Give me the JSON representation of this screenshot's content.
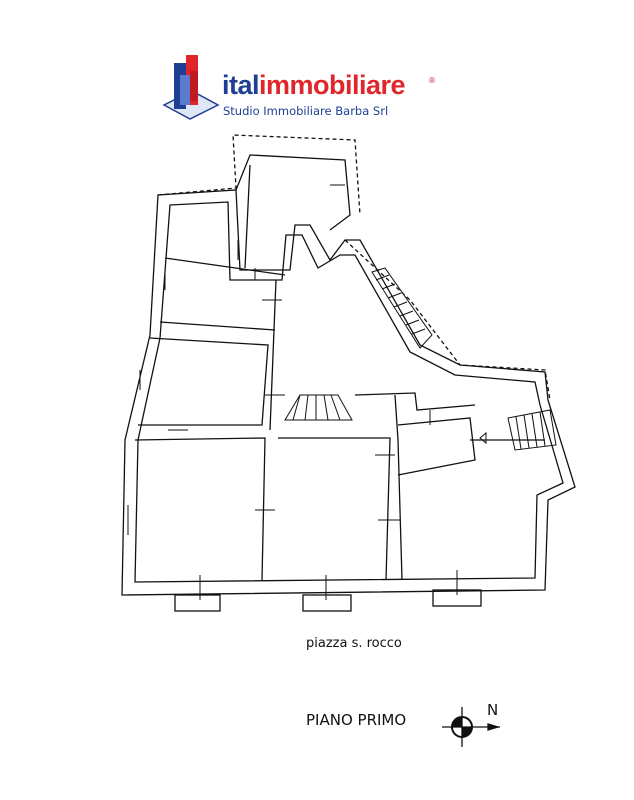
{
  "logo": {
    "brand_part1": "ital",
    "brand_part2": "immobiliare",
    "registered": "®",
    "subtitle": "Studio Immobiliare Barba Srl",
    "colors": {
      "blue": "#1f3f94",
      "red": "#e0262b"
    }
  },
  "plan": {
    "street_label": "piazza s. rocco",
    "floor_label": "PIANO PRIMO",
    "north_label": "N"
  }
}
